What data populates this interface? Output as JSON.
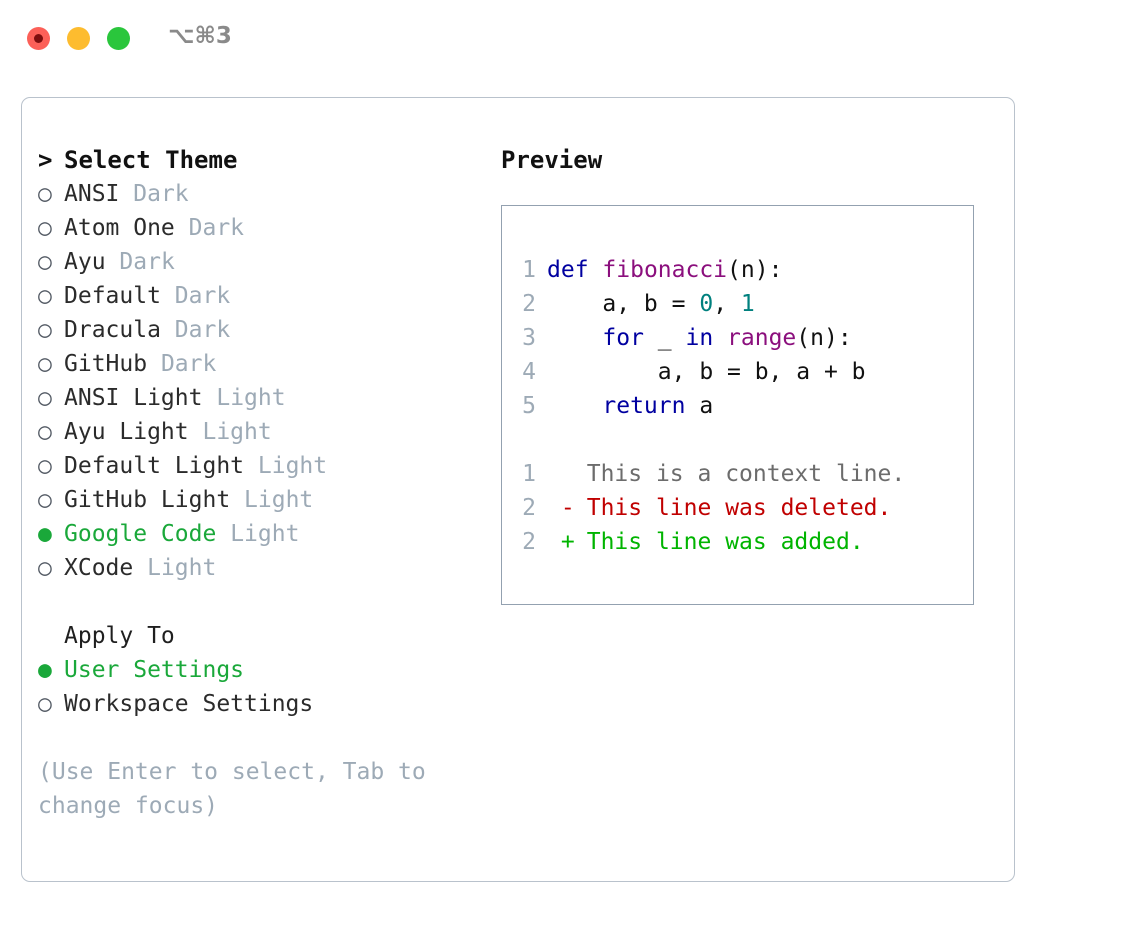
{
  "window": {
    "shortcut_label": "⌥⌘3",
    "traffic_lights": [
      "close-dot",
      "minimize-dot",
      "maximize-dot"
    ]
  },
  "theme_list": {
    "header_marker": ">",
    "header": "Select Theme",
    "bullet_unselected": "○",
    "bullet_selected": "●",
    "items": [
      {
        "name": "ANSI",
        "tag": "Dark",
        "selected": false
      },
      {
        "name": "Atom One",
        "tag": "Dark",
        "selected": false
      },
      {
        "name": "Ayu",
        "tag": "Dark",
        "selected": false
      },
      {
        "name": "Default",
        "tag": "Dark",
        "selected": false
      },
      {
        "name": "Dracula",
        "tag": "Dark",
        "selected": false
      },
      {
        "name": "GitHub",
        "tag": "Dark",
        "selected": false
      },
      {
        "name": "ANSI Light",
        "tag": "Light",
        "selected": false
      },
      {
        "name": "Ayu Light",
        "tag": "Light",
        "selected": false
      },
      {
        "name": "Default Light",
        "tag": "Light",
        "selected": false
      },
      {
        "name": "GitHub Light",
        "tag": "Light",
        "selected": false
      },
      {
        "name": "Google Code",
        "tag": "Light",
        "selected": true
      },
      {
        "name": "XCode",
        "tag": "Light",
        "selected": false
      }
    ]
  },
  "apply_to": {
    "header": "Apply To",
    "items": [
      {
        "name": "User Settings",
        "selected": true
      },
      {
        "name": "Workspace Settings",
        "selected": false
      }
    ]
  },
  "hint": "(Use Enter to select, Tab to change focus)",
  "preview": {
    "title": "Preview",
    "code_lines": [
      {
        "num": "1",
        "tokens": [
          {
            "t": "def",
            "c": "kw"
          },
          {
            "t": " ",
            "c": "pl"
          },
          {
            "t": "fibonacci",
            "c": "fn"
          },
          {
            "t": "(n):",
            "c": "pl"
          }
        ]
      },
      {
        "num": "2",
        "tokens": [
          {
            "t": "    a, b = ",
            "c": "pl"
          },
          {
            "t": "0",
            "c": "num"
          },
          {
            "t": ", ",
            "c": "pl"
          },
          {
            "t": "1",
            "c": "num"
          }
        ]
      },
      {
        "num": "3",
        "tokens": [
          {
            "t": "    ",
            "c": "pl"
          },
          {
            "t": "for",
            "c": "kw"
          },
          {
            "t": " _ ",
            "c": "pl"
          },
          {
            "t": "in",
            "c": "kw"
          },
          {
            "t": " ",
            "c": "pl"
          },
          {
            "t": "range",
            "c": "fn"
          },
          {
            "t": "(n):",
            "c": "pl"
          }
        ]
      },
      {
        "num": "4",
        "tokens": [
          {
            "t": "        a, b = b, a + b",
            "c": "pl"
          }
        ]
      },
      {
        "num": "5",
        "tokens": [
          {
            "t": "    ",
            "c": "pl"
          },
          {
            "t": "return",
            "c": "kw"
          },
          {
            "t": " a",
            "c": "pl"
          }
        ]
      }
    ],
    "diff_lines": [
      {
        "num": "1",
        "sign": " ",
        "text": "This is a context line.",
        "kind": "ctx"
      },
      {
        "num": "2",
        "sign": "-",
        "text": "This line was deleted.",
        "kind": "del"
      },
      {
        "num": "2",
        "sign": "+",
        "text": "This line was added.",
        "kind": "add"
      }
    ]
  },
  "colors": {
    "selected_green": "#1aa83a",
    "tag_gray": "#9daab6",
    "keyword_blue": "#0000a0",
    "function_purple": "#8b0f7d",
    "number_teal": "#00807e",
    "diff_added": "#00b400",
    "diff_deleted": "#c00000",
    "diff_context": "#6c6c6c",
    "panel_border": "#b9c2cc",
    "preview_border": "#93a1b0"
  }
}
